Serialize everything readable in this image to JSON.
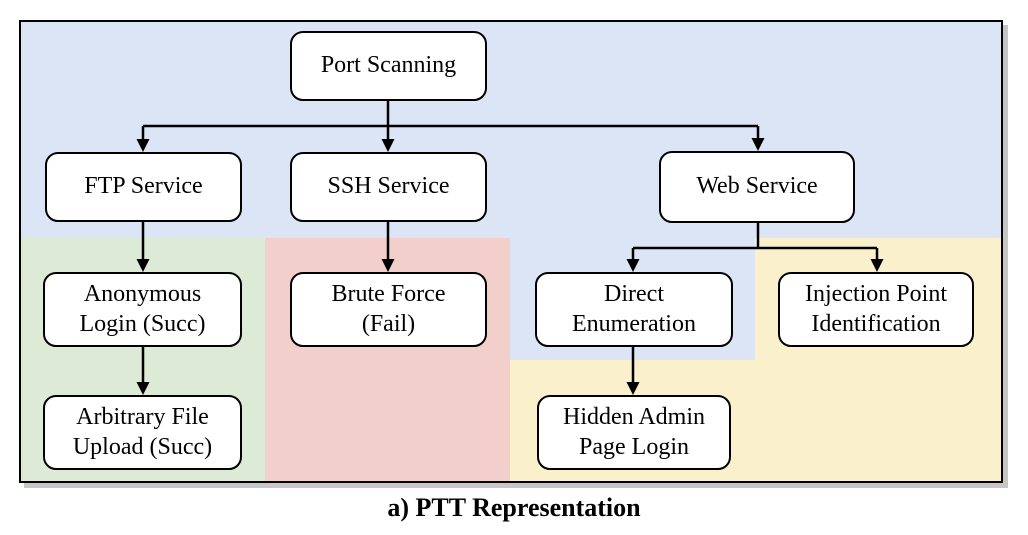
{
  "figure": {
    "caption": "a) PTT Representation"
  },
  "colors": {
    "background_blue": "#dbe5f6",
    "success_green": "#dcead6",
    "fail_red": "#f3cfcc",
    "web_yellow": "#fbf0cc",
    "node_fill": "#ffffff",
    "stroke": "#000000",
    "shadow_gray": "#c6c6c6"
  },
  "nodes": {
    "port_scanning": {
      "label": "Port Scanning"
    },
    "ftp_service": {
      "label": "FTP Service"
    },
    "ssh_service": {
      "label": "SSH Service"
    },
    "web_service": {
      "label": "Web Service"
    },
    "anonymous_login": {
      "label": "Anonymous\nLogin (Succ)"
    },
    "brute_force": {
      "label": "Brute Force\n(Fail)"
    },
    "arbitrary_file_upload": {
      "label": "Arbitrary File\nUpload (Succ)"
    },
    "direct_enumeration": {
      "label": "Direct\nEnumeration"
    },
    "injection_point_identification": {
      "label": "Injection Point\nIdentification"
    },
    "hidden_admin_page_login": {
      "label": "Hidden Admin\nPage Login"
    }
  },
  "edges": [
    {
      "from": "port_scanning",
      "to": "ftp_service"
    },
    {
      "from": "port_scanning",
      "to": "ssh_service"
    },
    {
      "from": "port_scanning",
      "to": "web_service"
    },
    {
      "from": "ftp_service",
      "to": "anonymous_login"
    },
    {
      "from": "ssh_service",
      "to": "brute_force"
    },
    {
      "from": "anonymous_login",
      "to": "arbitrary_file_upload"
    },
    {
      "from": "web_service",
      "to": "direct_enumeration"
    },
    {
      "from": "web_service",
      "to": "injection_point_identification"
    },
    {
      "from": "direct_enumeration",
      "to": "hidden_admin_page_login"
    }
  ]
}
